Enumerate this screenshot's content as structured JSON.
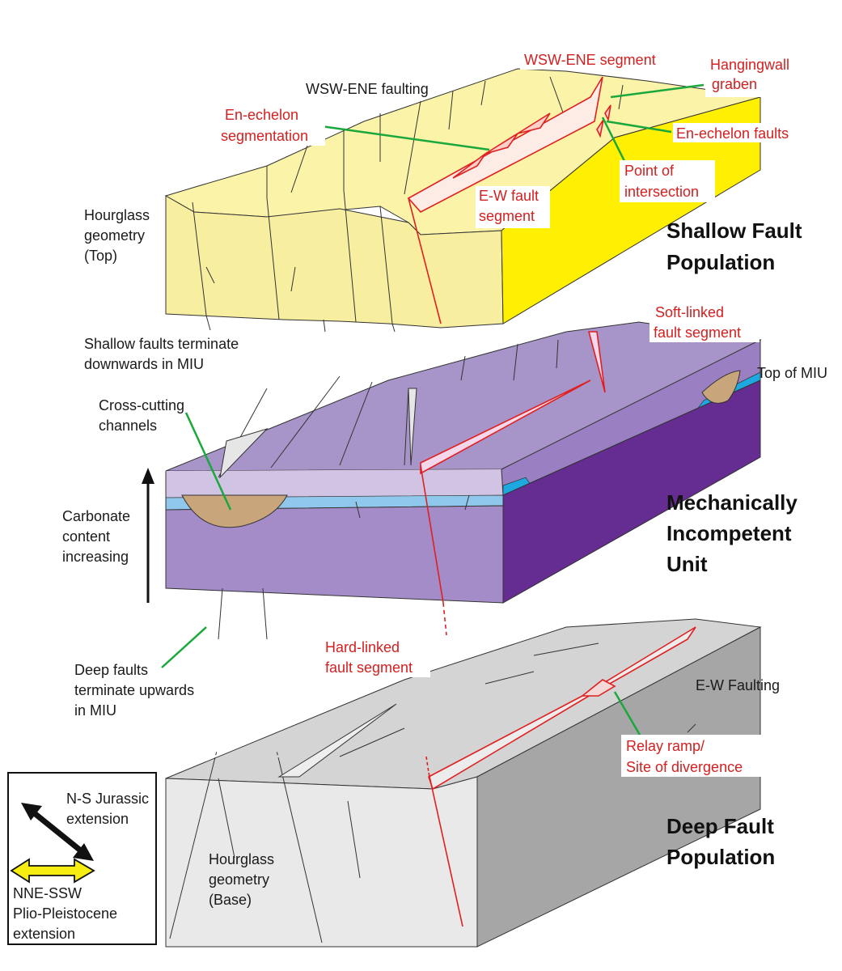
{
  "colors": {
    "shallow_top": "#faf3a8",
    "shallow_front": "#f7eea0",
    "shallow_side": "#ffef00",
    "miu_top": "#a794c8",
    "miu_front": "#a48cc8",
    "miu_band": "#d1c3e4",
    "miu_side": "#652c91",
    "miu_side_band": "#9a80c2",
    "carbonate": "#8fc8ec",
    "carbonate_side": "#1ea8e0",
    "channel": "#c9a57c",
    "deep_top": "#d4d4d4",
    "deep_front": "#e9e9e9",
    "deep_side": "#a6a6a6",
    "fault_red": "#e02020",
    "leader_green": "#1aa83c"
  },
  "shallow": {
    "heading_line1": "Shallow Fault",
    "heading_line2": "Population",
    "wsw_ene_faulting": "WSW-ENE faulting",
    "en_echelon_seg_1": "En-echelon",
    "en_echelon_seg_2": "segmentation",
    "wsw_ene_segment": "WSW-ENE segment",
    "hangingwall_1": "Hangingwall",
    "hangingwall_2": "graben",
    "en_echelon_faults": "En-echelon faults",
    "point_1": "Point of",
    "point_2": "intersection",
    "ew_segment_1": "E-W fault",
    "ew_segment_2": "segment",
    "hourglass_1": "Hourglass",
    "hourglass_2": "geometry",
    "hourglass_3": "(Top)",
    "terminate_1": "Shallow faults terminate",
    "terminate_2": "downwards in MIU"
  },
  "miu": {
    "heading_line1": "Mechanically",
    "heading_line2": "Incompetent",
    "heading_line3": "Unit",
    "soft_linked_1": "Soft-linked",
    "soft_linked_2": "fault segment",
    "top_of_miu": "Top of MIU",
    "cross_cutting_1": "Cross-cutting",
    "cross_cutting_2": "channels",
    "carbonate_1": "Carbonate",
    "carbonate_2": "content",
    "carbonate_3": "increasing"
  },
  "deep": {
    "heading_line1": "Deep Fault",
    "heading_line2": "Population",
    "hard_linked_1": "Hard-linked",
    "hard_linked_2": "fault segment",
    "ew_faulting": "E-W Faulting",
    "deep_terminate_1": "Deep faults",
    "deep_terminate_2": "terminate upwards",
    "deep_terminate_3": "in MIU",
    "relay_1": "Relay ramp/",
    "relay_2": "Site of divergence",
    "hourglass_1": "Hourglass",
    "hourglass_2": "geometry",
    "hourglass_3": "(Base)"
  },
  "legend": {
    "ns_1": "N-S Jurassic",
    "ns_2": "extension",
    "nne_1": "NNE-SSW",
    "nne_2": "Plio-Pleistocene",
    "nne_3": "extension"
  }
}
